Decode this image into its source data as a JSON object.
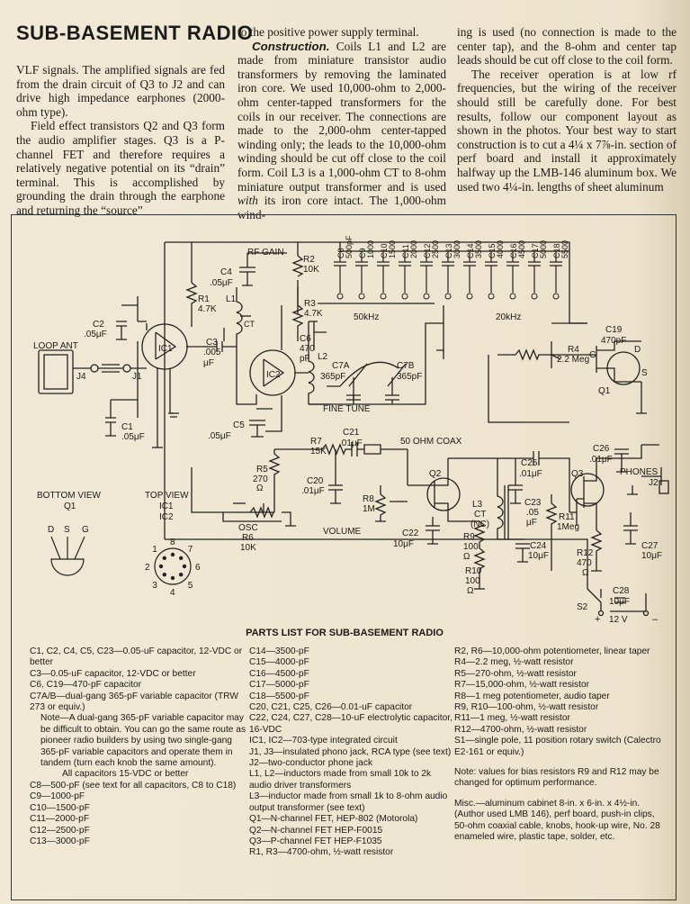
{
  "article": {
    "title": "SUB-BASEMENT RADIO",
    "col1": [
      "VLF signals. The amplified signals are fed from the drain circuit of Q3 to J2 and can drive high impedance earphones (2000-ohm type).",
      "Field effect transistors Q2 and Q3 form the audio amplifier stages. Q3 is a P-channel FET and therefore requires a relatively negative potential on its “drain” terminal. This is accomplished by grounding the drain through the earphone and returning the “source”"
    ],
    "col2_lead": "to the positive power supply terminal.",
    "col2_heading": "Construction.",
    "col2_body_a": "Coils L1 and L2 are made from miniature transistor audio transformers by removing the laminated iron core. We used 10,000-ohm to 2,000-ohm center-tapped transformers for the coils in our receiver. The connections are made to the 2,000-ohm center-tapped winding only; the leads to the 10,000-ohm winding should be cut off close to the coil form. Coil L3 is a 1,000-ohm CT to 8-ohm miniature output transformer and is used",
    "col2_italic": "with",
    "col2_body_b": "its iron core intact. The 1,000-ohm wind-",
    "col3": [
      "ing is used (no connection is made to the center tap), and the 8-ohm and center tap leads should be cut off close to the coil form.",
      "The receiver operation is at low rf frequencies, but the wiring of the receiver should still be carefully done. For best results, follow our component layout as shown in the photos. Your best way to start construction is to cut a 4¼ x 7⅞-in. section of perf board and install it approximately halfway up the LMB-146 aluminum box. We used two 4¼-in. lengths of sheet aluminum"
    ]
  },
  "schematic": {
    "labels": {
      "rf_gain": "RF GAIN",
      "r2": "R2",
      "r2v": "10K",
      "c4": "C4",
      "c4v": ".05μF",
      "r1": "R1",
      "r1v": "4.7K",
      "l1": "L1",
      "ct": "CT",
      "r3": "R3",
      "r3v": "4.7K",
      "c6": "C6",
      "c6v": "470",
      "c6u": "pF",
      "c2": "C2",
      "c2v": ".05μF",
      "ic1": "IC1",
      "ic2": "IC2",
      "c3": "C3",
      "c3v": ".005",
      "c3u": "μF",
      "loop_ant": "LOOP ANT",
      "j4": "J4",
      "j1": "J1",
      "l2": "L2",
      "c7a": "C7A",
      "c7av": "365pF",
      "c7b": "C7B",
      "c7bv": "365pF",
      "fine_tune": "FINE TUNE",
      "c1": "C1",
      "c1v": ".05μF",
      "c5": "C5",
      "c5v": ".05μF",
      "freq_50": "50kHz",
      "freq_20": "20kHz",
      "c19": "C19",
      "c19v": "470pF",
      "r4": "R4",
      "r4v": "2.2 Meg",
      "q1": "Q1",
      "g": "G",
      "d": "D",
      "s": "S",
      "r7": "R7",
      "r7v": "15K",
      "c21": "C21",
      "c21v": ".01μF",
      "coax": "50 OHM COAX",
      "r5": "R5",
      "r5v": "270",
      "r5u": "Ω",
      "c20": "C20",
      "c20v": ".01μF",
      "q2": "Q2",
      "q3": "Q3",
      "c25": "C25",
      "c25v": ".01μF",
      "c26": "C26",
      "c26v": ".01μF",
      "phones": "PHONES",
      "j2": "J2",
      "r8": "R8",
      "r8v": "1M",
      "volume": "VOLUME",
      "c22": "C22",
      "c22v": "10μF",
      "l3": "L3",
      "l3ct": "CT",
      "l3nc": "(NC)",
      "r9": "R9",
      "r9v": "100",
      "r9u": "Ω",
      "c23": "C23",
      "c23v": ".05",
      "c23u": "μF",
      "r11": "R11",
      "r11v": "1Meg",
      "c24": "C24",
      "c24v": "10μF",
      "r12": "R12",
      "r12v": "470",
      "r12u": "Ω",
      "c27": "C27",
      "c27v": "10μF",
      "r10": "R10",
      "r10v": "100",
      "r10u": "Ω",
      "osc": "OSC",
      "r6": "R6",
      "r6v": "10K",
      "c28": "C28",
      "c28v": "10μF",
      "s2": "S2",
      "battery": "12 V",
      "plus": "+",
      "minus": "–",
      "bottom_view": "BOTTOM VIEW",
      "top_view": "TOP VIEW",
      "ic1b": "IC1",
      "ic2b": "IC2"
    },
    "cap_bank": [
      {
        "name": "C8",
        "value": "500pF"
      },
      {
        "name": "C9",
        "value": "1000"
      },
      {
        "name": "C10",
        "value": "1500"
      },
      {
        "name": "C11",
        "value": "2000"
      },
      {
        "name": "C12",
        "value": "2500"
      },
      {
        "name": "C13",
        "value": "3000"
      },
      {
        "name": "C14",
        "value": "3500"
      },
      {
        "name": "C15",
        "value": "4000"
      },
      {
        "name": "C16",
        "value": "4500"
      },
      {
        "name": "C17",
        "value": "5000"
      },
      {
        "name": "C18",
        "value": "5500"
      }
    ],
    "pin_labels": [
      "8",
      "7",
      "6",
      "5",
      "4",
      "3",
      "2",
      "1"
    ],
    "q1_pins": [
      "D",
      "S",
      "G"
    ]
  },
  "parts": {
    "title": "PARTS LIST FOR SUB-BASEMENT RADIO",
    "col1": [
      "C1, C2, C4, C5, C23—0.05-uF capacitor, 12-VDC or better",
      "C3—0.05-uF capacitor, 12-VDC or better",
      "C6, C19—470-pF capacitor",
      "C7A/B—dual-gang 365-pF variable capacitor (TRW 273 or equiv.)",
      "Note—A dual-gang 365-pF variable capacitor may be difficult to obtain. You can go the same route as pioneer radio builders by using two single-gang 365-pF variable capacitors and operate them in tandem (turn each knob the same amount).",
      "All capacitors 15-VDC or better",
      "C8—500-pF (see text for all capacitors, C8 to C18)",
      "C9—1000-pF",
      "C10—1500-pF",
      "C11—2000-pF",
      "C12—2500-pF",
      "C13—3000-pF"
    ],
    "col2": [
      "C14—3500-pF",
      "C15—4000-pF",
      "C16—4500-pF",
      "C17—5000-pF",
      "C18—5500-pF",
      "C20, C21, C25, C26—0.01-uF capacitor",
      "C22, C24, C27, C28—10-uF electrolytic capacitor, 16-VDC",
      "IC1, IC2—703-type integrated circuit",
      "J1, J3—insulated phono jack, RCA type (see text)",
      "J2—two-conductor phone jack",
      "L1, L2—inductors made from small 10k to 2k audio driver transformers",
      "L3—inductor made from small 1k to 8-ohm audio output transformer (see text)",
      "Q1—N-channel FET, HEP-802 (Motorola)",
      "Q2—N-channel FET HEP-F0015",
      "Q3—P-channel FET HEP-F1035",
      "R1, R3—4700-ohm, ½-watt resistor"
    ],
    "col3": [
      "R2, R6—10,000-ohm potentiometer, linear taper",
      "R4—2.2 meg, ½-watt resistor",
      "R5—270-ohm, ½-watt resistor",
      "R7—15,000-ohm, ½-watt resistor",
      "R8—1 meg potentiometer, audio taper",
      "R9, R10—100-ohm, ½-watt resistor",
      "R11—1 meg, ½-watt resistor",
      "R12—4700-ohm, ½-watt resistor",
      "S1—single pole, 11 position rotary switch (Calectro E2-161 or equiv.)",
      "Note: values for bias resistors R9 and R12 may be changed for optimum performance.",
      "Misc.—aluminum cabinet 8-in. x 6-in. x 4½-in. (Author used LMB 146), perf board, push-in clips, 50-ohm coaxial cable, knobs, hook-up wire, No. 28 enameled wire, plastic tape, solder, etc."
    ]
  }
}
